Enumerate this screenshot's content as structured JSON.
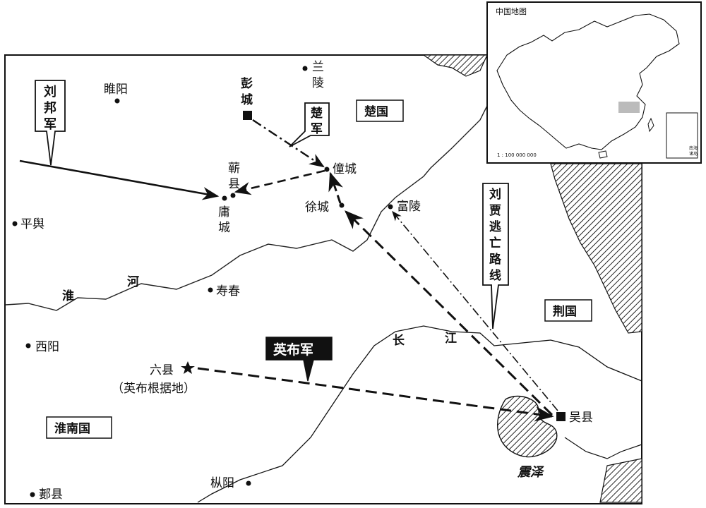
{
  "map": {
    "inset_title": "中国地图",
    "inset_scale": "1 : 100 000 000",
    "inset_southsea": [
      "南海",
      "诸岛"
    ],
    "states": {
      "chu": "楚国",
      "jing": "荆国",
      "huainan": "淮南国"
    },
    "rivers": {
      "huai_1": "淮",
      "huai_2": "河",
      "chang_1": "长",
      "chang_2": "江"
    },
    "lake": "震泽",
    "places": {
      "suiyang": "睢阳",
      "lanling_1": "兰",
      "lanling_2": "陵",
      "pengcheng_1": "彭",
      "pengcheng_2": "城",
      "qixian_1": "蕲",
      "qixian_2": "县",
      "yongcheng_1": "庸",
      "yongcheng_2": "城",
      "tongcheng": "僮城",
      "xucheng": "徐城",
      "fuling": "富陵",
      "pingyu": "平舆",
      "shouchun": "寿春",
      "xiyang": "西阳",
      "liuxian": "六县",
      "liuxian_note": "（英布根据地）",
      "wuxian": "吴县",
      "zongyang": "枞阳",
      "qixian2": "郪县"
    },
    "labels": {
      "liubang_1": "刘",
      "liubang_2": "邦",
      "liubang_3": "军",
      "chujun_1": "楚",
      "chujun_2": "军",
      "yingbu": "英布军",
      "liujia": [
        "刘",
        "贾",
        "逃",
        "亡",
        "路",
        "线"
      ]
    }
  }
}
